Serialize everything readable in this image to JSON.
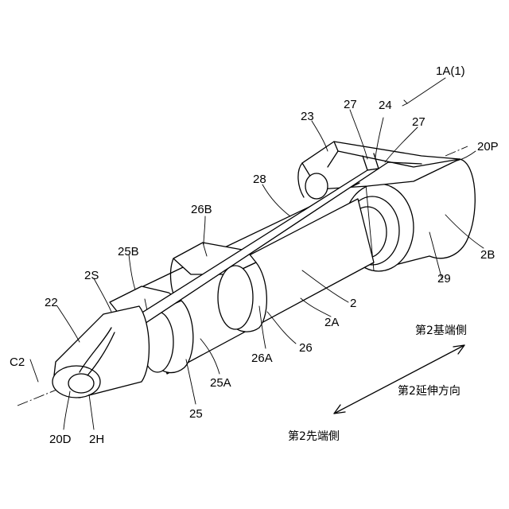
{
  "labels": {
    "l_1a1": "1A(1)",
    "l_27a": "27",
    "l_24": "24",
    "l_27b": "27",
    "l_23": "23",
    "l_20p": "20P",
    "l_28": "28",
    "l_26b": "26B",
    "l_25b": "25B",
    "l_2b": "2B",
    "l_2s": "2S",
    "l_29": "29",
    "l_22": "22",
    "l_2": "2",
    "l_2a": "2A",
    "l_c2": "C2",
    "l_26": "26",
    "l_26a": "26A",
    "l_25a": "25A",
    "l_25": "25",
    "l_20d": "20D",
    "l_2h": "2H"
  },
  "directions": {
    "base_side": "第2基端側",
    "extension": "第2延伸方向",
    "tip_side": "第2先端側"
  }
}
